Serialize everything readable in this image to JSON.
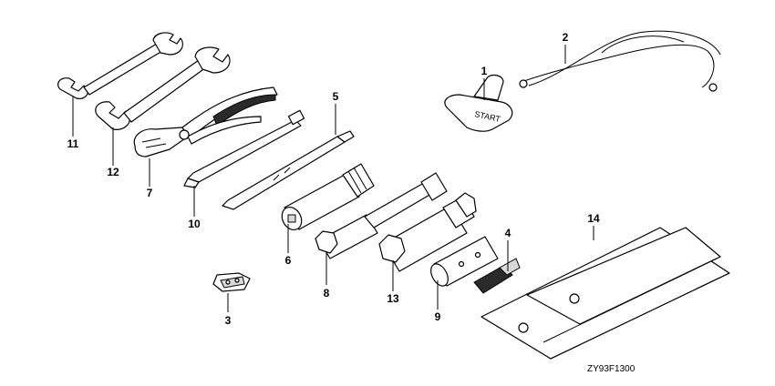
{
  "callouts": [
    {
      "id": "1",
      "label": "1"
    },
    {
      "id": "2",
      "label": "2"
    },
    {
      "id": "3",
      "label": "3"
    },
    {
      "id": "4",
      "label": "4"
    },
    {
      "id": "5",
      "label": "5"
    },
    {
      "id": "6",
      "label": "6"
    },
    {
      "id": "7",
      "label": "7"
    },
    {
      "id": "8",
      "label": "8"
    },
    {
      "id": "9",
      "label": "9"
    },
    {
      "id": "10",
      "label": "10"
    },
    {
      "id": "11",
      "label": "11"
    },
    {
      "id": "12",
      "label": "12"
    },
    {
      "id": "13",
      "label": "13"
    },
    {
      "id": "14",
      "label": "14"
    }
  ],
  "handle_text": "START",
  "diagram_code": "ZY93F1300",
  "colors": {
    "line": "#000000",
    "background": "#ffffff"
  }
}
